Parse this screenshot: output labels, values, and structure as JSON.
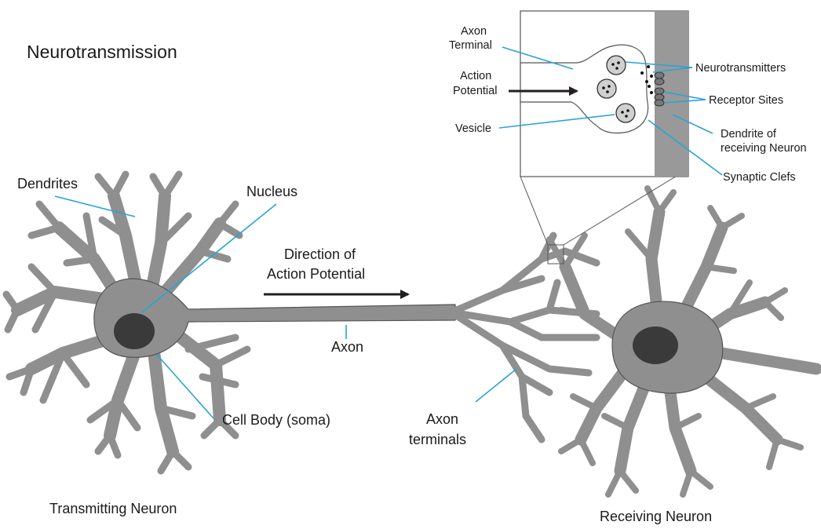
{
  "title": "Neurotransmission",
  "colors": {
    "cell": "#8f8f8f",
    "nucleus": "#3a3a3a",
    "leader": "#29a3d8",
    "arrow": "#231f20",
    "cleft": "#999999"
  },
  "labels": {
    "dendrites": "Dendrites",
    "nucleus": "Nucleus",
    "direction_1": "Direction of",
    "direction_2": "Action Potential",
    "axon": "Axon",
    "cell_body": "Cell Body (soma)",
    "axon_terminals_1": "Axon",
    "axon_terminals_2": "terminals",
    "transmitting": "Transmitting Neuron",
    "receiving": "Receiving Neuron"
  },
  "inset": {
    "axon_terminal_1": "Axon",
    "axon_terminal_2": "Terminal",
    "action_potential_1": "Action",
    "action_potential_2": "Potential",
    "vesicle": "Vesicle",
    "neurotransmitters": "Neurotransmitters",
    "receptor_sites": "Receptor Sites",
    "dendrite_1": "Dendrite of",
    "dendrite_2": "receiving Neuron",
    "synaptic_clefs": "Synaptic Clefs"
  }
}
